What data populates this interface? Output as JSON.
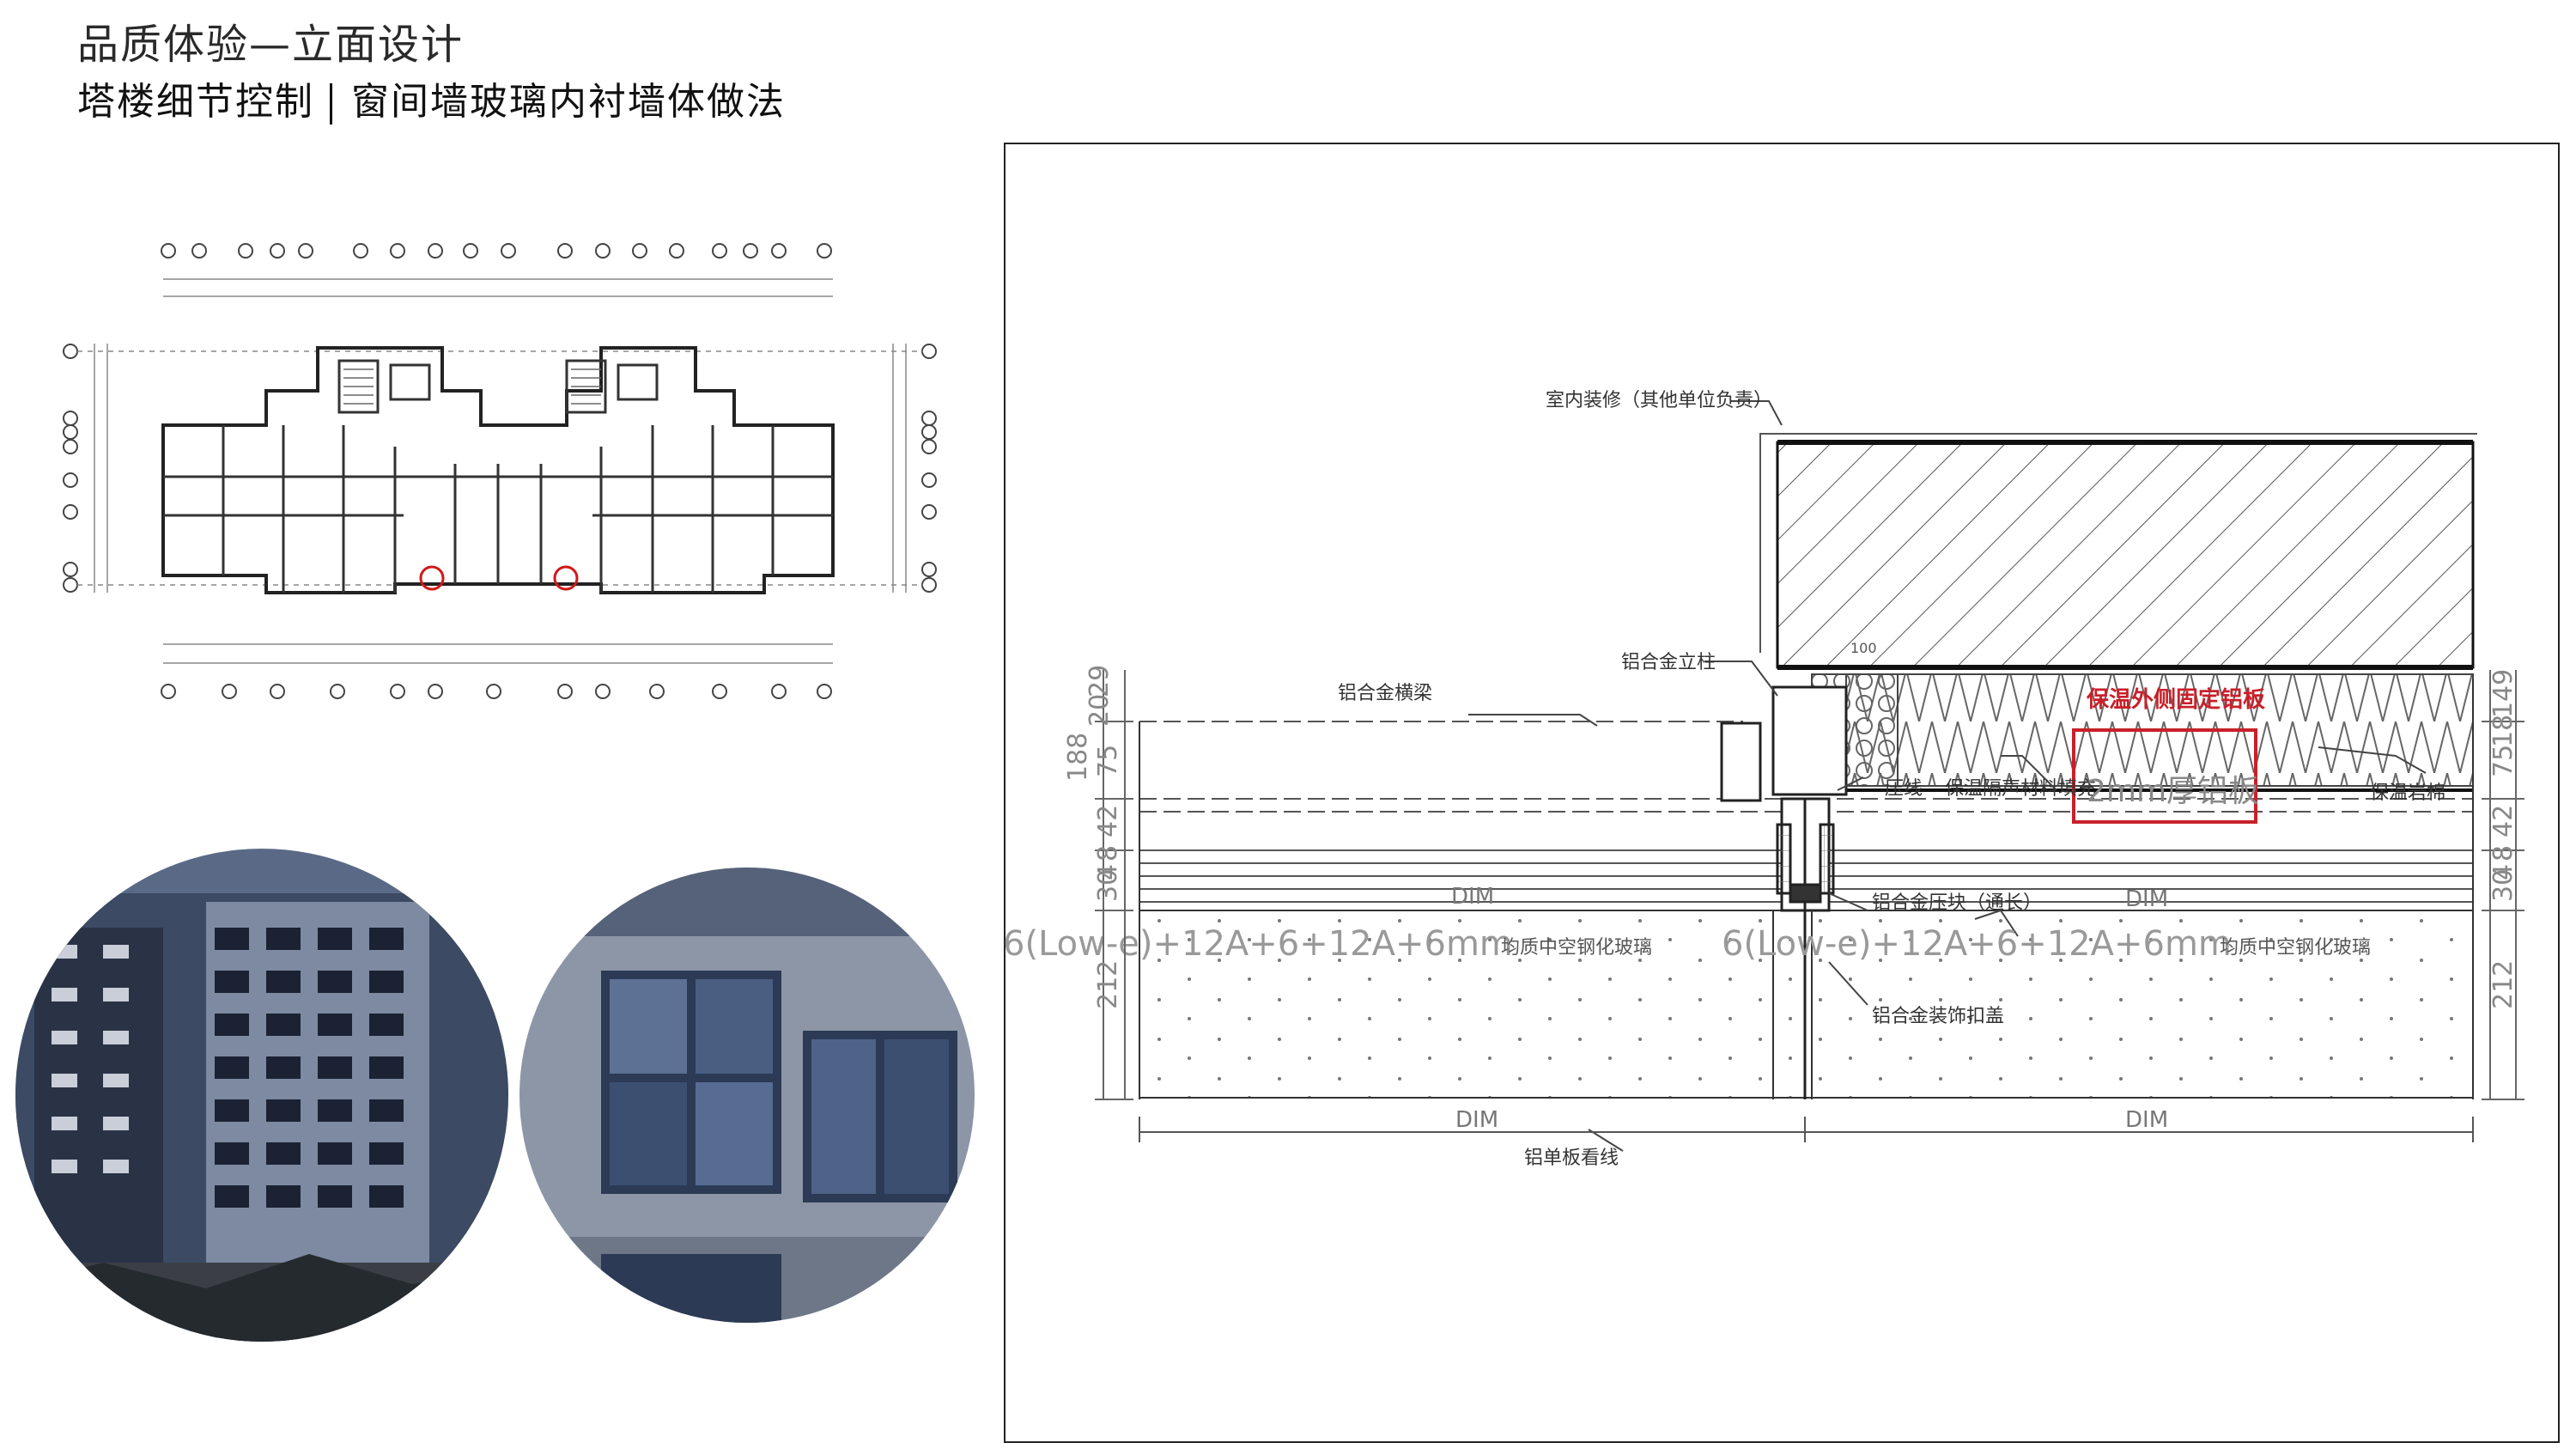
{
  "header": {
    "title": "品质体验—立面设计",
    "subtitle_left": "塔楼细节控制",
    "subtitle_right": "窗间墙玻璃内衬墙体做法"
  },
  "detail": {
    "labels": {
      "interior": "室内装修（其他单位负责）",
      "mullion": "铝合金立柱",
      "transom": "铝合金横梁",
      "bead": "压线",
      "acoustic_fill": "保温隔声材料填充",
      "alu_plate": "2mm厚铝板",
      "insulation_wool": "保温岩棉",
      "pressure_plate": "铝合金压块（通长）",
      "decor_cap": "铝合金装饰扣盖",
      "panel_line": "铝单板看线",
      "callout": "保温外侧固定铝板"
    },
    "glass_left_main": "6(Low-e)+12A+6+12A+6mm",
    "glass_left_suffix": "均质中空钢化玻璃",
    "glass_right_main": "6(Low-e)+12A+6+12A+6mm",
    "glass_right_suffix": "均质中空钢化玻璃",
    "dim_text": "DIM",
    "dims_left": [
      "29",
      "20",
      "188",
      "75",
      "42",
      "8",
      "4",
      "30",
      "212"
    ],
    "dims_right": [
      "149",
      "18",
      "75",
      "42",
      "8",
      "4",
      "30",
      "212"
    ],
    "dim_100": "100"
  },
  "colors": {
    "callout_red": "#c8202a",
    "line": "#333333"
  }
}
